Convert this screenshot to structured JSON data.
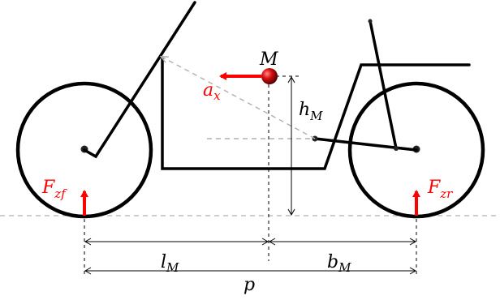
{
  "labels": {
    "mass": "M",
    "accel_main": "a",
    "accel_sub": "x",
    "height_main": "h",
    "height_sub": "M",
    "force_front_main": "F",
    "force_front_sub": "zf",
    "force_rear_main": "F",
    "force_rear_sub": "zr",
    "dist_front_main": "l",
    "dist_front_sub": "M",
    "dist_rear_main": "b",
    "dist_rear_sub": "M",
    "wheelbase": "p"
  },
  "colors": {
    "force": "#ff0000",
    "frame": "#000000",
    "construction": "#b0b0b0",
    "mass_fill": "#e01010"
  }
}
